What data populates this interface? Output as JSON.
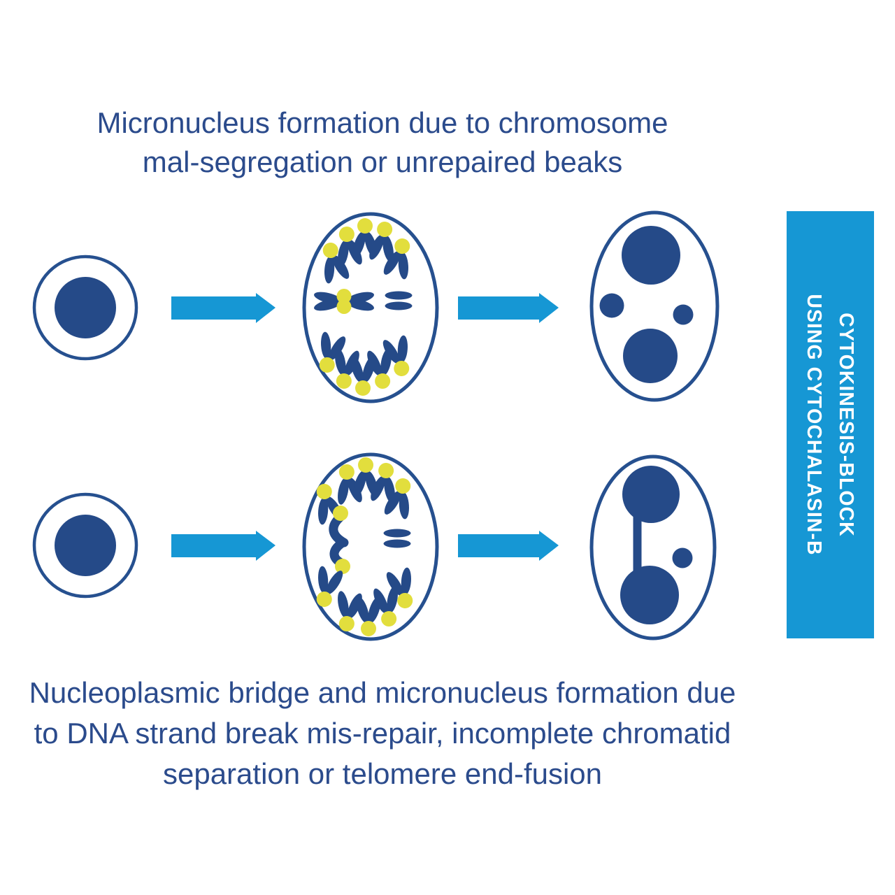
{
  "colors": {
    "dark_blue": "#254a88",
    "membrane_blue": "#26508f",
    "process_blue": "#1697d4",
    "centromere_yellow": "#e2de3d",
    "text_blue": "#2b4b8c",
    "background": "#ffffff",
    "banner_text": "#ffffff"
  },
  "top_caption": {
    "lines": [
      "Micronucleus formation due to chromosome",
      "mal-segregation or unrepaired beaks"
    ]
  },
  "bottom_caption": {
    "lines": [
      "Nucleoplasmic bridge and micronucleus formation due",
      "to DNA strand break mis-repair, incomplete chromatid",
      "separation or telomere end-fusion"
    ]
  },
  "banner": {
    "lines": [
      "CYTOKINESIS-BLOCK",
      "USING CYTOCHALASIN-B"
    ]
  },
  "diagram": {
    "rows": [
      {
        "id": "chromosome-mal-segregation",
        "stages": [
          "interphase-cell-with-nucleus",
          "anaphase-cell-with-lagging-chromosome-and-acentric-fragment",
          "binucleated-cell-with-two-micronuclei"
        ]
      },
      {
        "id": "nucleoplasmic-bridge",
        "stages": [
          "interphase-cell-with-nucleus",
          "anaphase-cell-with-chromatin-bridge-and-acentric-fragment",
          "binucleated-cell-with-nucleoplasmic-bridge-and-micronucleus"
        ]
      }
    ]
  }
}
